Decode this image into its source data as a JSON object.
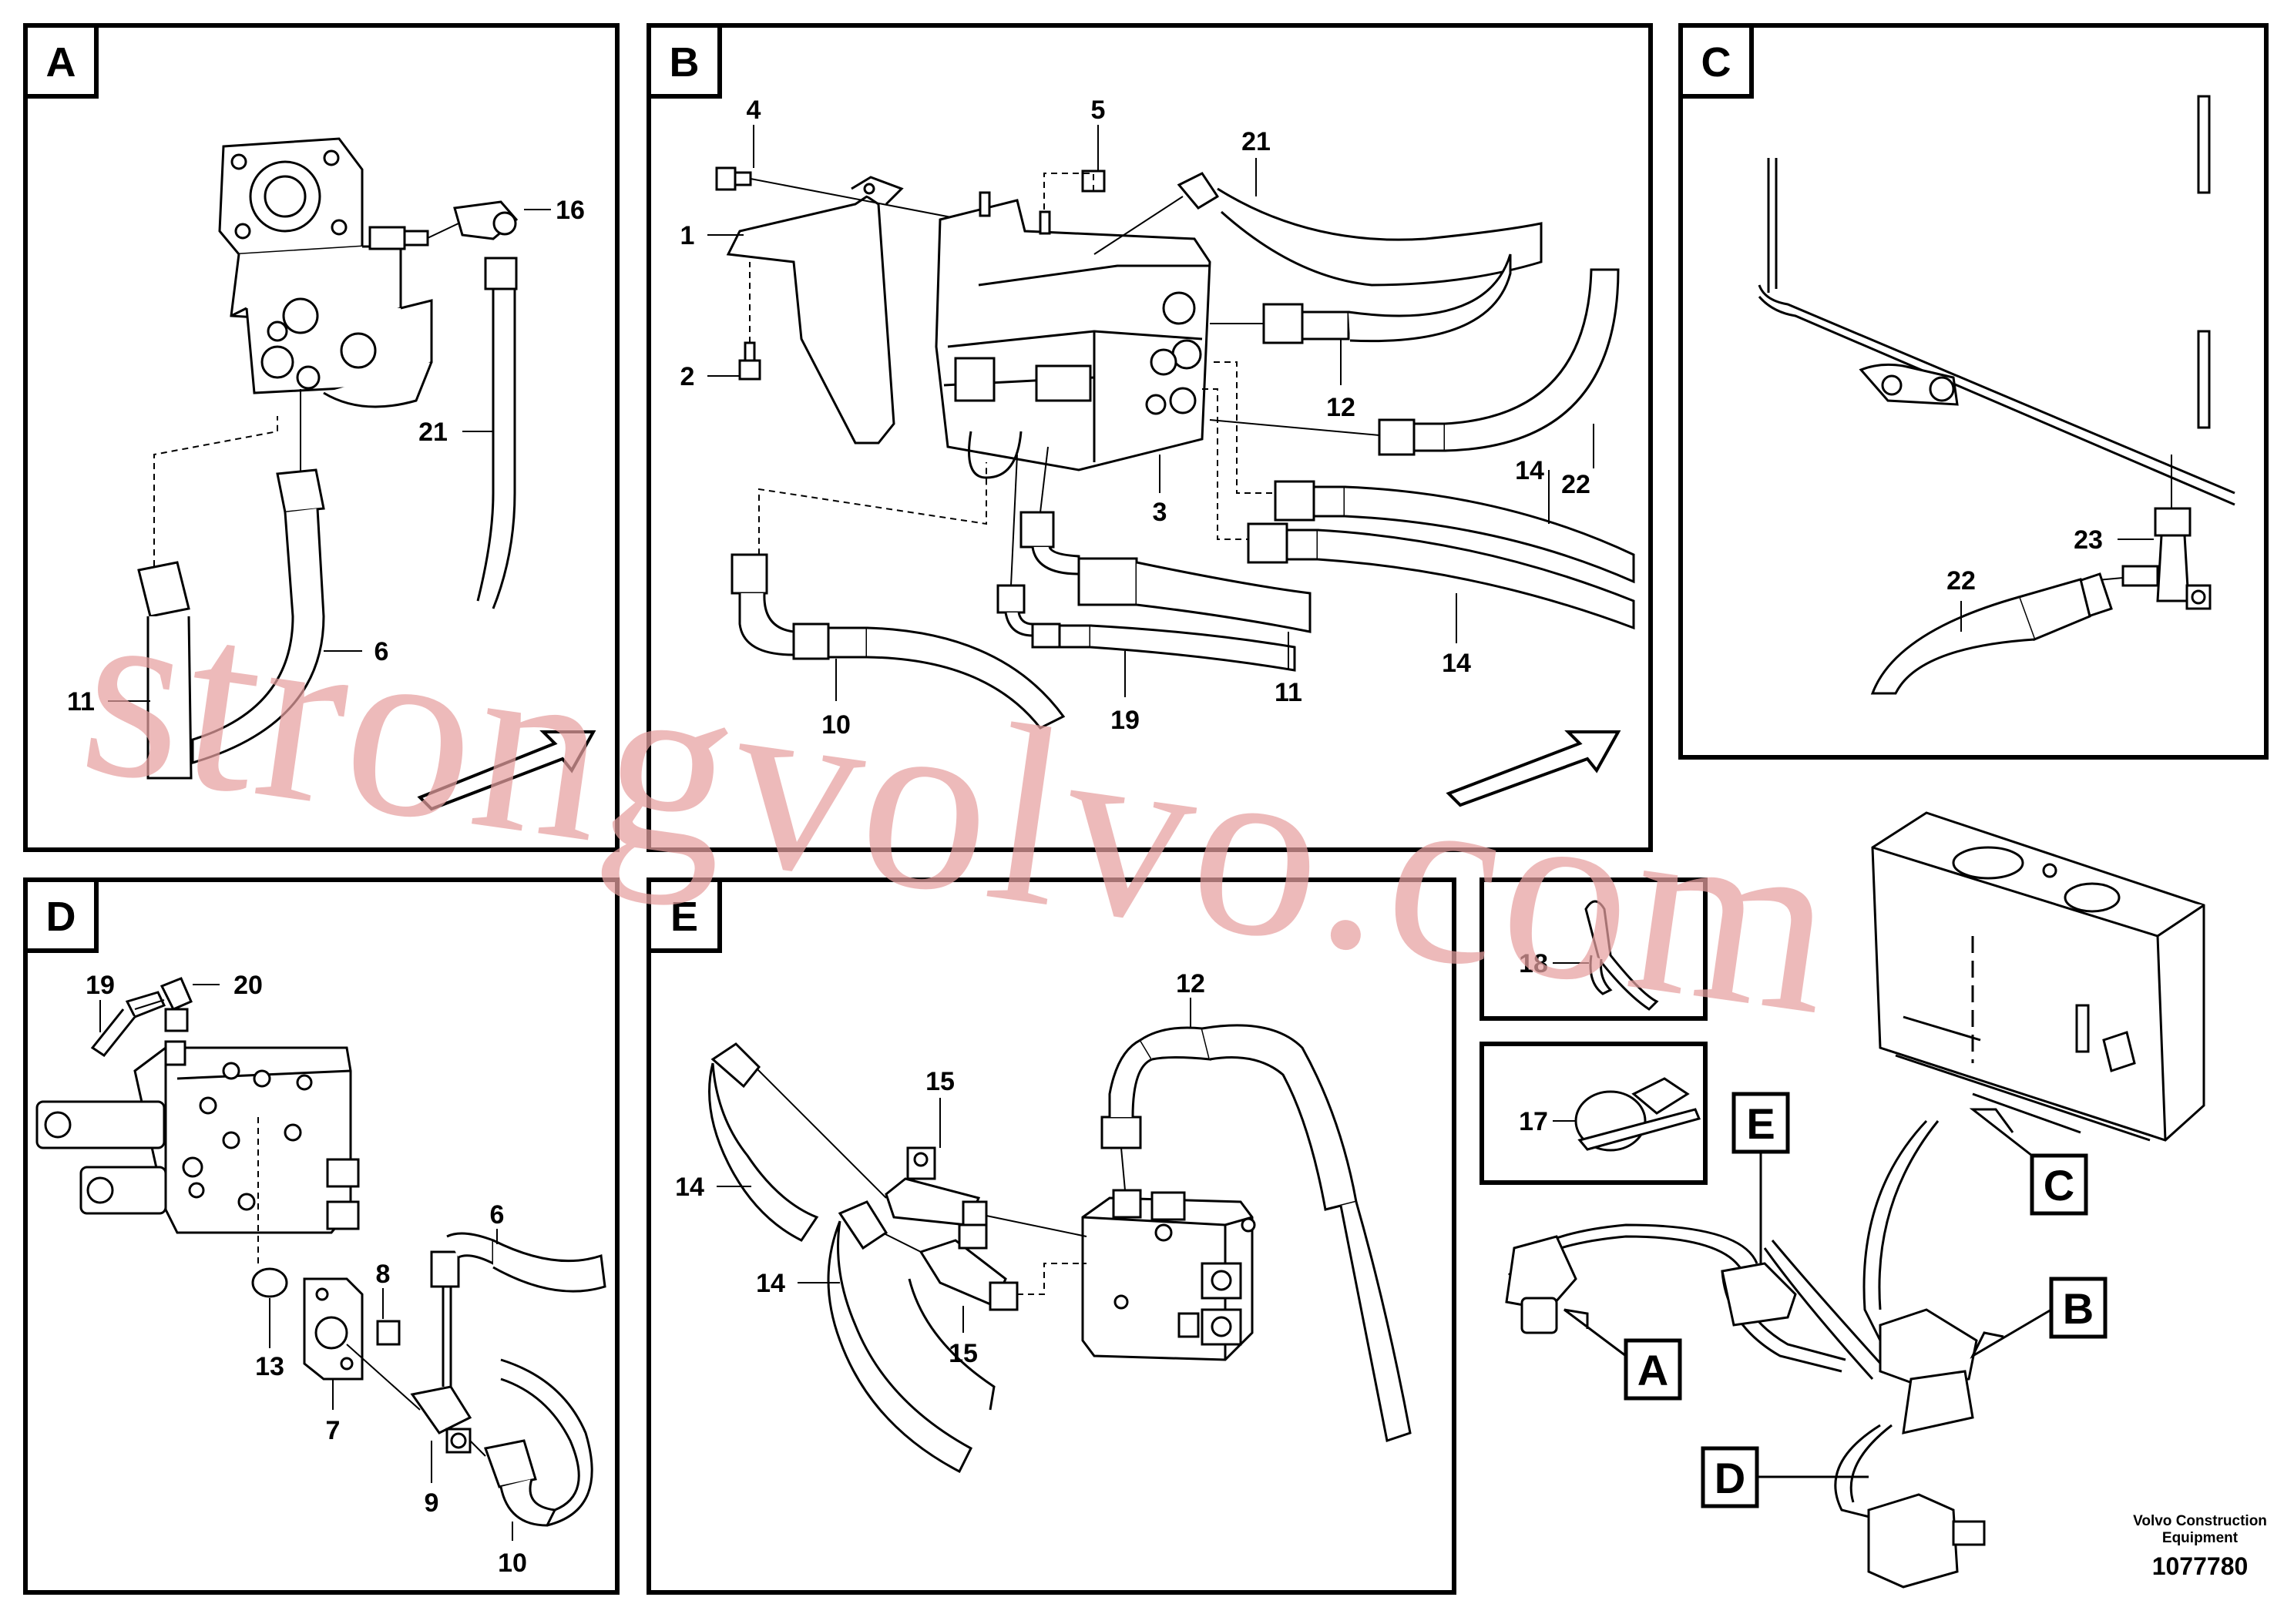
{
  "panels": [
    {
      "letter": "A"
    },
    {
      "letter": "B"
    },
    {
      "letter": "C"
    },
    {
      "letter": "D"
    },
    {
      "letter": "E"
    }
  ],
  "callouts": {
    "a_16": "16",
    "a_21": "21",
    "a_6": "6",
    "a_11": "11",
    "b_4": "4",
    "b_5": "5",
    "b_21": "21",
    "b_1": "1",
    "b_2": "2",
    "b_12": "12",
    "b_3": "3",
    "b_14a": "14",
    "b_22": "22",
    "b_14b": "14",
    "b_10": "10",
    "b_19": "19",
    "b_11": "11",
    "c_23": "23",
    "c_22": "22",
    "d_19": "19",
    "d_20": "20",
    "d_6": "6",
    "d_8": "8",
    "d_13": "13",
    "d_7": "7",
    "d_9": "9",
    "d_10": "10",
    "e_12": "12",
    "e_15a": "15",
    "e_14a": "14",
    "e_14b": "14",
    "e_15b": "15",
    "f_18": "18",
    "f_17": "17"
  },
  "overview_refs": {
    "e": "E",
    "c": "C",
    "b": "B",
    "a": "A",
    "d": "D"
  },
  "footer": {
    "company_line1": "Volvo Construction",
    "company_line2": "Equipment",
    "number": "1077780"
  },
  "watermark": "strongvolvo.com"
}
